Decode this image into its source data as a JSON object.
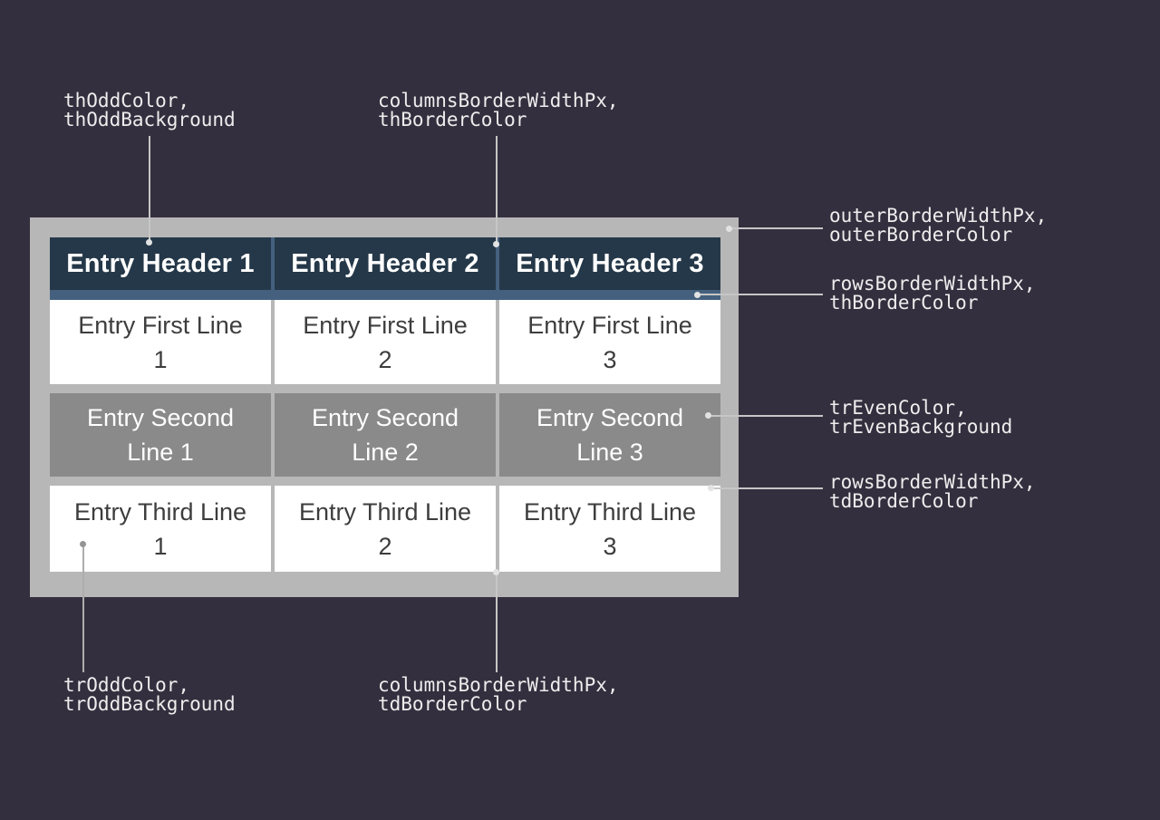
{
  "background_color": "#342f3e",
  "table": {
    "headers": [
      "Entry Header 1",
      "Entry Header 2",
      "Entry Header 3"
    ],
    "rows": [
      [
        "Entry First Line 1",
        "Entry First Line 2",
        "Entry First Line 3"
      ],
      [
        "Entry Second Line 1",
        "Entry Second Line 2",
        "Entry Second Line 3"
      ],
      [
        "Entry Third Line 1",
        "Entry Third Line 2",
        "Entry Third Line 3"
      ]
    ],
    "colors": {
      "pageBackground": "#342f3e",
      "outerBorderColor": "#b7b7b7",
      "thOddBackground": "#253849",
      "thOddColor": "#ffffff",
      "thBorderColor": "#44607e",
      "tdBorderColor": "#b7b7b7",
      "trOddBackground": "#ffffff",
      "trOddColor": "#3d3d3d",
      "trEvenBackground": "#8a8a8a",
      "trEvenColor": "#ffffff"
    }
  },
  "annotations": [
    {
      "id": "th-odd-colors",
      "label": "thOddColor,\nthOddBackground"
    },
    {
      "id": "columns-border-th",
      "label": "columnsBorderWidthPx,\nthBorderColor"
    },
    {
      "id": "outer-border",
      "label": "outerBorderWidthPx,\nouterBorderColor"
    },
    {
      "id": "rows-border-th",
      "label": "rowsBorderWidthPx,\nthBorderColor"
    },
    {
      "id": "tr-even-colors",
      "label": "trEvenColor,\ntrEvenBackground"
    },
    {
      "id": "rows-border-td",
      "label": "rowsBorderWidthPx,\ntdBorderColor"
    },
    {
      "id": "tr-odd-colors",
      "label": "trOddColor,\ntrOddBackground"
    },
    {
      "id": "columns-border-td",
      "label": "columnsBorderWidthPx,\ntdBorderColor"
    }
  ]
}
